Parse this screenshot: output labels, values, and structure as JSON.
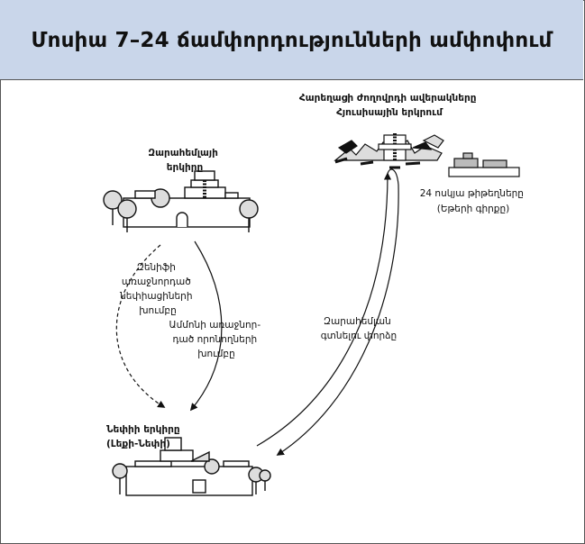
{
  "title": "Մոսիա 7–24 ճամփորդությունների ամփոփում",
  "places": {
    "zarahemla": {
      "lines": [
        "Զարահեմլայի",
        "երկիրը"
      ]
    },
    "nephi": {
      "lines": [
        "Նեփիի երկիրը",
        "(Լեքի-Նեփի)"
      ]
    },
    "ruins": {
      "lines": [
        "Հարեղացի ժողովրդի ավերակները",
        "Հյուսիսային երկրում"
      ]
    },
    "plates": {
      "lines": [
        "24 ոսկյա թիթեղները",
        "(Եթերի գիրքը)"
      ]
    }
  },
  "routes": {
    "zeniff": {
      "lines": [
        "Զենիֆի",
        "առաջնորդած",
        "նեփիացիների",
        "խումբը"
      ]
    },
    "ammon": {
      "lines": [
        "Ամմոնի առաջնոր-",
        "դած որոնողների",
        "խումբը"
      ]
    },
    "search": {
      "lines": [
        "Զարահեմլան",
        "գտնելու փորձը"
      ]
    }
  }
}
